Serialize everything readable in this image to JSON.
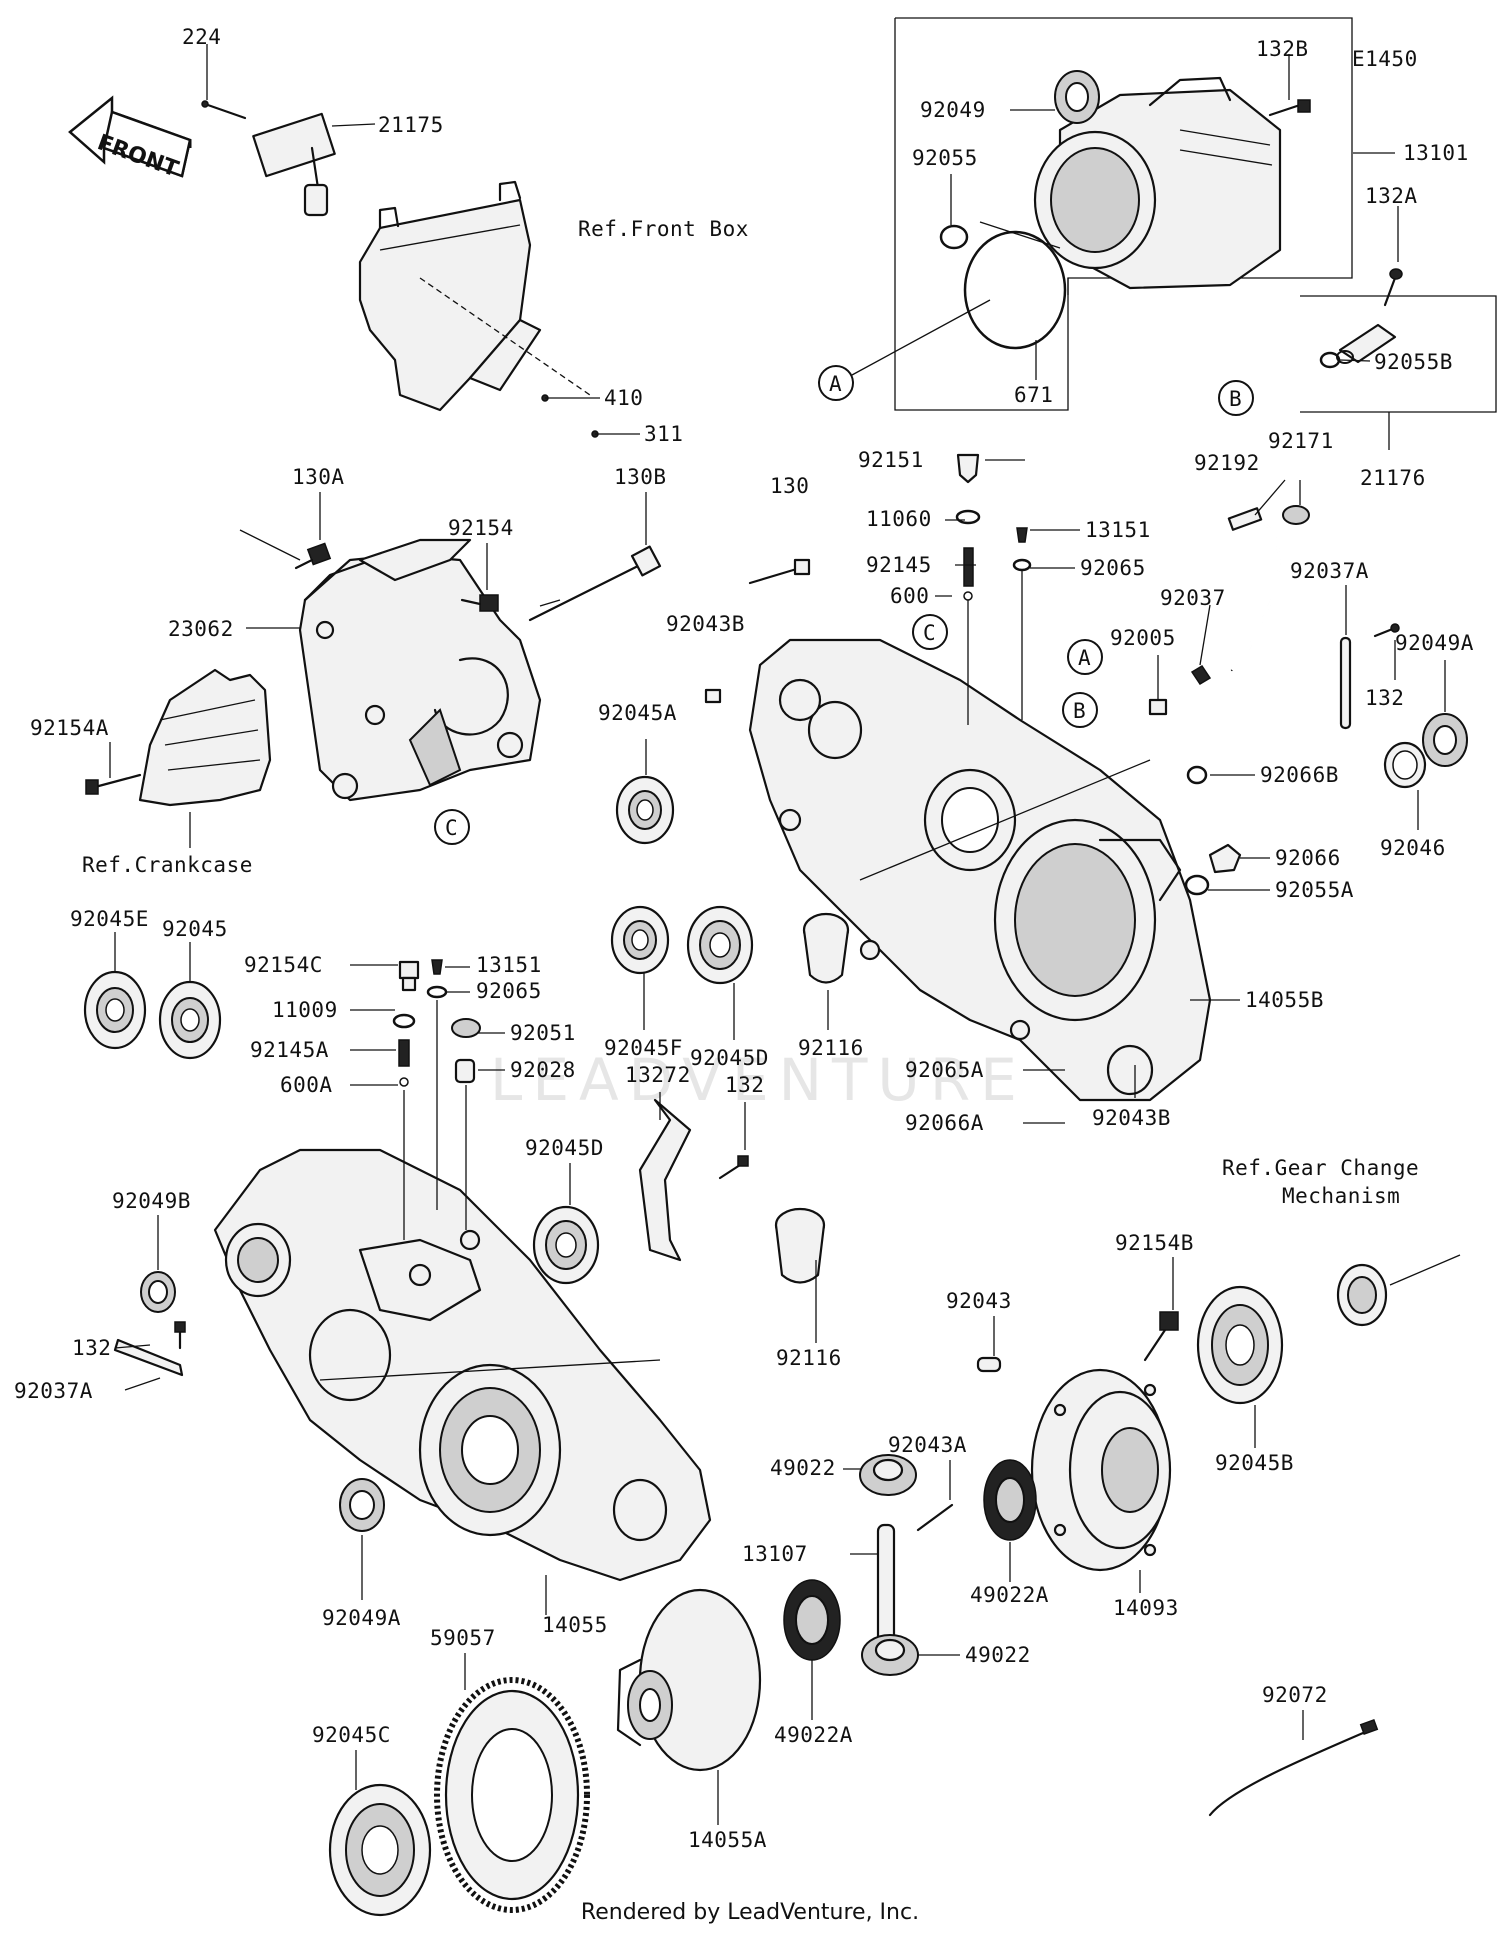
{
  "diagram": {
    "figure_code": "E1450",
    "front_arrow": "FRONT",
    "references": [
      "Ref.Front Box",
      "Ref.Crankcase",
      "Ref.Gear Change",
      "Mechanism"
    ],
    "callout_letters": [
      "A",
      "B",
      "C"
    ],
    "watermark": "LEADVENTURE",
    "footer": "Rendered by LeadVenture, Inc.",
    "part_labels": [
      "224",
      "21175",
      "132B",
      "92049",
      "92055",
      "13101",
      "132A",
      "92055B",
      "671",
      "21176",
      "410",
      "311",
      "130A",
      "130B",
      "92154",
      "23062",
      "92154A",
      "92151",
      "11060",
      "13151",
      "92145",
      "92065",
      "600",
      "130",
      "92043B",
      "92045A",
      "92192",
      "92171",
      "92037",
      "92037A",
      "92005",
      "92049A",
      "132",
      "92066B",
      "92046",
      "92066",
      "92055A",
      "14055B",
      "92045F",
      "92045D",
      "92116",
      "92065A",
      "92066A",
      "92043B",
      "92045E",
      "92045",
      "92154C",
      "13151",
      "11009",
      "92065",
      "92145A",
      "92051",
      "600A",
      "92028",
      "13272",
      "132",
      "92045D",
      "92049B",
      "132",
      "92037A",
      "92116",
      "92154B",
      "92043",
      "92045B",
      "92043A",
      "49022",
      "49022A",
      "13107",
      "14093",
      "14055",
      "92049A",
      "59057",
      "49022A",
      "49022",
      "92045C",
      "14055A",
      "92072"
    ]
  }
}
